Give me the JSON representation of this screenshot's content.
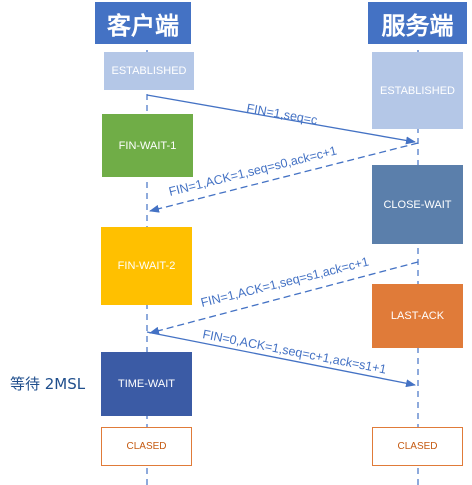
{
  "headers": {
    "client": "客户端",
    "server": "服务端"
  },
  "client_states": {
    "established": "ESTABLISHED",
    "fin_wait_1": "FIN-WAIT-1",
    "fin_wait_2": "FIN-WAIT-2",
    "time_wait": "TIME-WAIT",
    "closed": "CLASED"
  },
  "server_states": {
    "established": "ESTABLISHED",
    "close_wait": "CLOSE-WAIT",
    "last_ack": "LAST-ACK",
    "closed": "CLASED"
  },
  "messages": {
    "msg1": "FIN=1,seq=c",
    "msg2": "FIN=1,ACK=1,seq=s0,ack=c+1",
    "msg3": "FIN=1,ACK=1,seq=s1,ack=c+1",
    "msg4": "FIN=0,ACK=1,seq=c+1,ack=s1+1"
  },
  "side_label": "等待 2MSL",
  "colors": {
    "header": "#4472c4",
    "established": "#b4c7e7",
    "fin_wait_1": "#70ad47",
    "fin_wait_2": "#ffc000",
    "time_wait": "#3b5ba5",
    "close_wait": "#5b7fab",
    "last_ack": "#e07b39",
    "arrow": "#4472c4"
  }
}
